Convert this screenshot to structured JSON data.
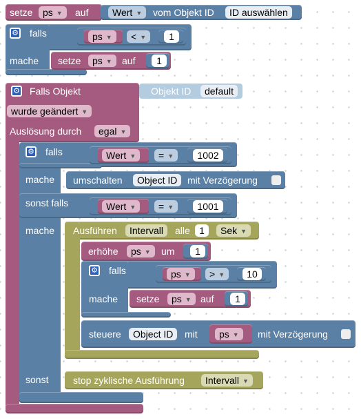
{
  "labels": {
    "setze": "setze",
    "auf": "auf",
    "vom_objekt_id": "vom Objekt ID",
    "falls": "falls",
    "mache": "mache",
    "sonst_falls": "sonst falls",
    "sonst": "sonst",
    "falls_objekt": "Falls Objekt",
    "objekt_id": "Objekt ID",
    "ausloesung_durch": "Auslösung durch",
    "umschalten": "umschalten",
    "mit_verzoegerung": "mit Verzögerung",
    "ausfuehren": "Ausführen",
    "alle": "alle",
    "erhoehe": "erhöhe",
    "um": "um",
    "steuere": "steuere",
    "mit": "mit",
    "stop": "stop zyklische Ausführung"
  },
  "values": {
    "ps": "ps",
    "wert": "Wert",
    "id_auswaehlen": "ID auswählen",
    "op_lt": "<",
    "op_eq": "=",
    "op_gt": ">",
    "n1": "1",
    "n1002": "1002",
    "n1001": "1001",
    "n10": "10",
    "default": "default",
    "wurde_geaendert": "wurde geändert",
    "egal": "egal",
    "object_id": "Object ID",
    "intervall": "Intervall",
    "sek": "Sek"
  },
  "colors": {
    "variable_block": "#a55b80",
    "logic_block": "#5b80a5",
    "timer_block": "#a5a55b",
    "trigger_header": "#b4ccdf",
    "mutator_icon": "#2b5fb8"
  },
  "icons": {
    "mutator": "gear-icon",
    "dropdown": "caret-down-icon"
  }
}
